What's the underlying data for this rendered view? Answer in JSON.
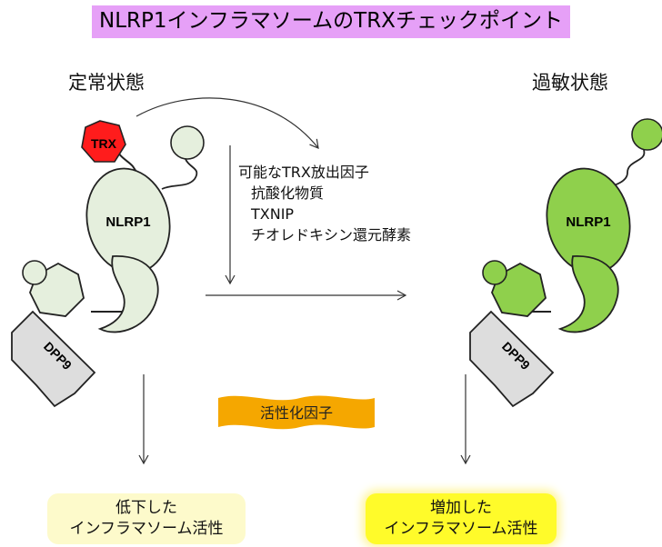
{
  "title": "NLRP1インフラマソームのTRXチェックポイント",
  "states": {
    "left": "定常状態",
    "right": "過敏状態"
  },
  "labels": {
    "trx": "TRX",
    "nlrp1": "NLRP1",
    "dpp9": "DPP9"
  },
  "releasers": {
    "heading": "可能なTRX放出因子",
    "items": [
      "抗酸化物質",
      "TXNIP",
      "チオレドキシン還元酵素"
    ]
  },
  "activator": "活性化因子",
  "results": {
    "decreased": [
      "低下した",
      "インフラマソーム活性"
    ],
    "increased": [
      "増加した",
      "インフラマソーム活性"
    ]
  },
  "colors": {
    "title_bg": "#e6a0f7",
    "trx_red": "#ff1c1c",
    "resting_fill": "#e5efdd",
    "active_fill": "#8fd04c",
    "activator_orange": "#f5a700",
    "decreased_bg": "#fdfacb",
    "increased_bg": "#fffb2a"
  }
}
